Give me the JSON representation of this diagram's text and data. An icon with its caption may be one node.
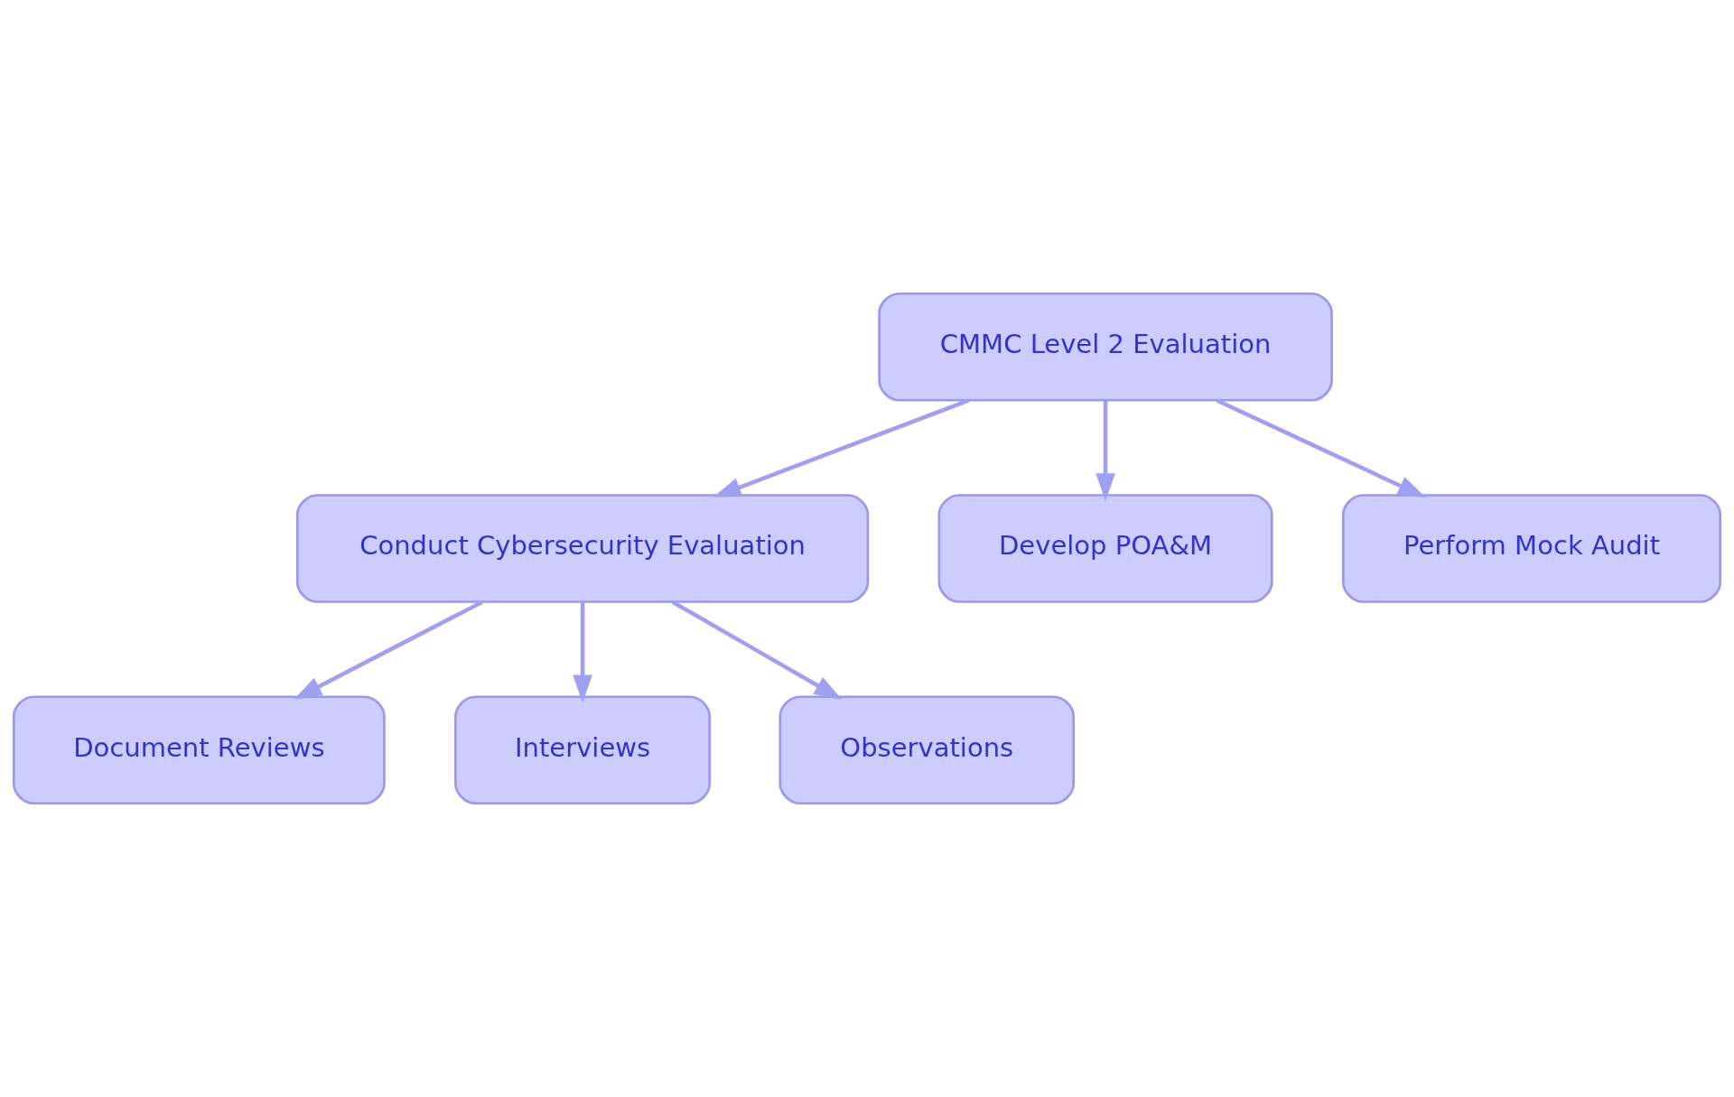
{
  "diagram": {
    "nodes": [
      {
        "text": [
          "CMMC Level 2 Evaluation"
        ]
      },
      {
        "text": [
          "Conduct Cybersecurity Evaluation"
        ]
      },
      {
        "text": [
          "Develop POA&M"
        ]
      },
      {
        "text": [
          "Perform Mock Audit"
        ]
      },
      {
        "text": [
          "Document Reviews"
        ]
      },
      {
        "text": [
          "Interviews"
        ]
      },
      {
        "text": [
          "Observations"
        ]
      }
    ],
    "edges": [
      {
        "from": 0,
        "to": 1,
        "arrow": "to"
      },
      {
        "from": 0,
        "to": 2,
        "arrow": "to"
      },
      {
        "from": 0,
        "to": 3,
        "arrow": "to"
      },
      {
        "from": 1,
        "to": 4,
        "arrow": "to"
      },
      {
        "from": 1,
        "to": 5,
        "arrow": "to"
      },
      {
        "from": 1,
        "to": 6,
        "arrow": "to"
      }
    ]
  }
}
